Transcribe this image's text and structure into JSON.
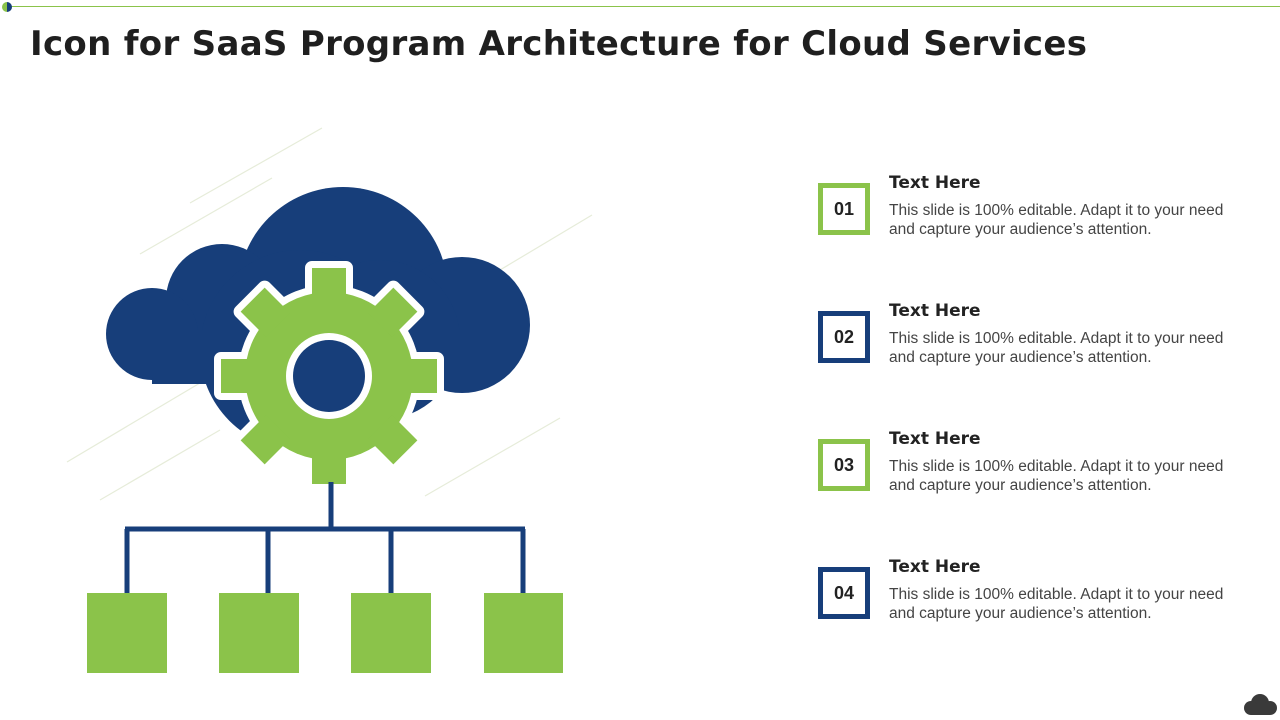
{
  "slide": {
    "title": "Icon for SaaS Program Architecture for Cloud Services"
  },
  "colors": {
    "green": "#8bc34a",
    "navy": "#173e7a",
    "gray_icon": "#3a3a3a"
  },
  "illustration": {
    "icons": [
      "cloud-icon",
      "gear-icon",
      "hierarchy-connector",
      "node-square"
    ]
  },
  "items": [
    {
      "number": "01",
      "title": "Text Here",
      "description": "This slide is 100% editable. Adapt it to your need and capture your audience’s attention.",
      "accent": "green"
    },
    {
      "number": "02",
      "title": "Text Here",
      "description": "This slide is 100% editable. Adapt it to your need and capture your audience’s attention.",
      "accent": "navy"
    },
    {
      "number": "03",
      "title": "Text Here",
      "description": "This slide is 100% editable. Adapt it to your need and capture your audience’s attention.",
      "accent": "green"
    },
    {
      "number": "04",
      "title": "Text Here",
      "description": "This slide is 100% editable. Adapt it to your need and capture your audience’s attention.",
      "accent": "navy"
    }
  ],
  "footer": {
    "icon": "cloud-icon"
  }
}
